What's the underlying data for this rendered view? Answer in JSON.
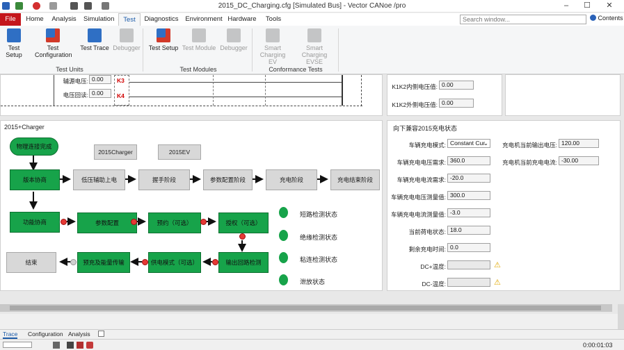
{
  "window": {
    "title": "2015_DC_Charging.cfg [Simulated Bus] - Vector CANoe /pro",
    "min": "–",
    "max": "☐",
    "close": "✕"
  },
  "menu_tabs": [
    {
      "label": "File"
    },
    {
      "label": "Home"
    },
    {
      "label": "Analysis"
    },
    {
      "label": "Simulation"
    },
    {
      "label": "Test"
    },
    {
      "label": "Diagnostics"
    },
    {
      "label": "Environment"
    },
    {
      "label": "Hardware"
    },
    {
      "label": "Tools"
    }
  ],
  "search": {
    "placeholder": "Search window...",
    "contents_label": "Contents"
  },
  "ribbon": {
    "buttons": [
      "Test Setup",
      "Test Configuration",
      "Test Trace",
      "Debugger",
      "Test Setup",
      "Test Module",
      "Debugger",
      "Smart Charging EV",
      "Smart Charging EVSE"
    ],
    "groups": [
      "Test Units",
      "Test Modules",
      "Conformance Tests"
    ],
    "colors": {
      "blue": "#2f6fc4",
      "red": "#d23a2a",
      "gray": "#8a8a8a"
    }
  },
  "top_panel": {
    "labels": [
      "辅源电压:",
      "电压回读:",
      "K1K2内侧电压值:",
      "K1K2外侧电压值:"
    ],
    "values": [
      "0.00",
      "0.00",
      "0.00",
      "0.00"
    ],
    "relays": [
      "K3",
      "K4"
    ]
  },
  "flow": {
    "title": "2015+Charger",
    "start": "物理连接完成",
    "tags": [
      "2015Charger",
      "2015EV"
    ],
    "row1": [
      "版本协商",
      "低压辅助上电",
      "握手阶段",
      "参数配置阶段",
      "充电阶段",
      "充电结束阶段"
    ],
    "row2": [
      "功能协商",
      "参数配置",
      "预约（可选）",
      "授权（可选）"
    ],
    "row3": [
      "结束",
      "预充及能量传输",
      "供电模式（可选）",
      "输出回路检测"
    ],
    "status": [
      "短路检测状态",
      "绝缘检测状态",
      "粘连检测状态",
      "泄放状态"
    ],
    "colors": {
      "green": "#17a34a",
      "gray": "#d8d8d8",
      "red": "#e53935"
    }
  },
  "right_panel": {
    "title": "向下兼容2015充电状态",
    "left_fields": [
      {
        "label": "车辆充电模式:",
        "value": "Constant Cur"
      },
      {
        "label": "车辆充电电压需求:",
        "value": "360.0"
      },
      {
        "label": "车辆充电电流需求:",
        "value": "-20.0"
      },
      {
        "label": "车辆充电电压测量值:",
        "value": "300.0"
      },
      {
        "label": "车辆充电电流测量值:",
        "value": "-3.0"
      },
      {
        "label": "当前荷电状态:",
        "value": "18.0"
      },
      {
        "label": "剩余充电时间:",
        "value": "0.0"
      },
      {
        "label": "DC+温度:",
        "value": ""
      },
      {
        "label": "DC-温度:",
        "value": ""
      }
    ],
    "right_fields": [
      {
        "label": "充电机当前输出电压:",
        "value": "120.00"
      },
      {
        "label": "充电机当前充电电流:",
        "value": "-30.00"
      }
    ]
  },
  "bottom_tabs": [
    "Trace",
    "Configuration",
    "Analysis"
  ],
  "status": {
    "time": "0:00:01:03"
  }
}
